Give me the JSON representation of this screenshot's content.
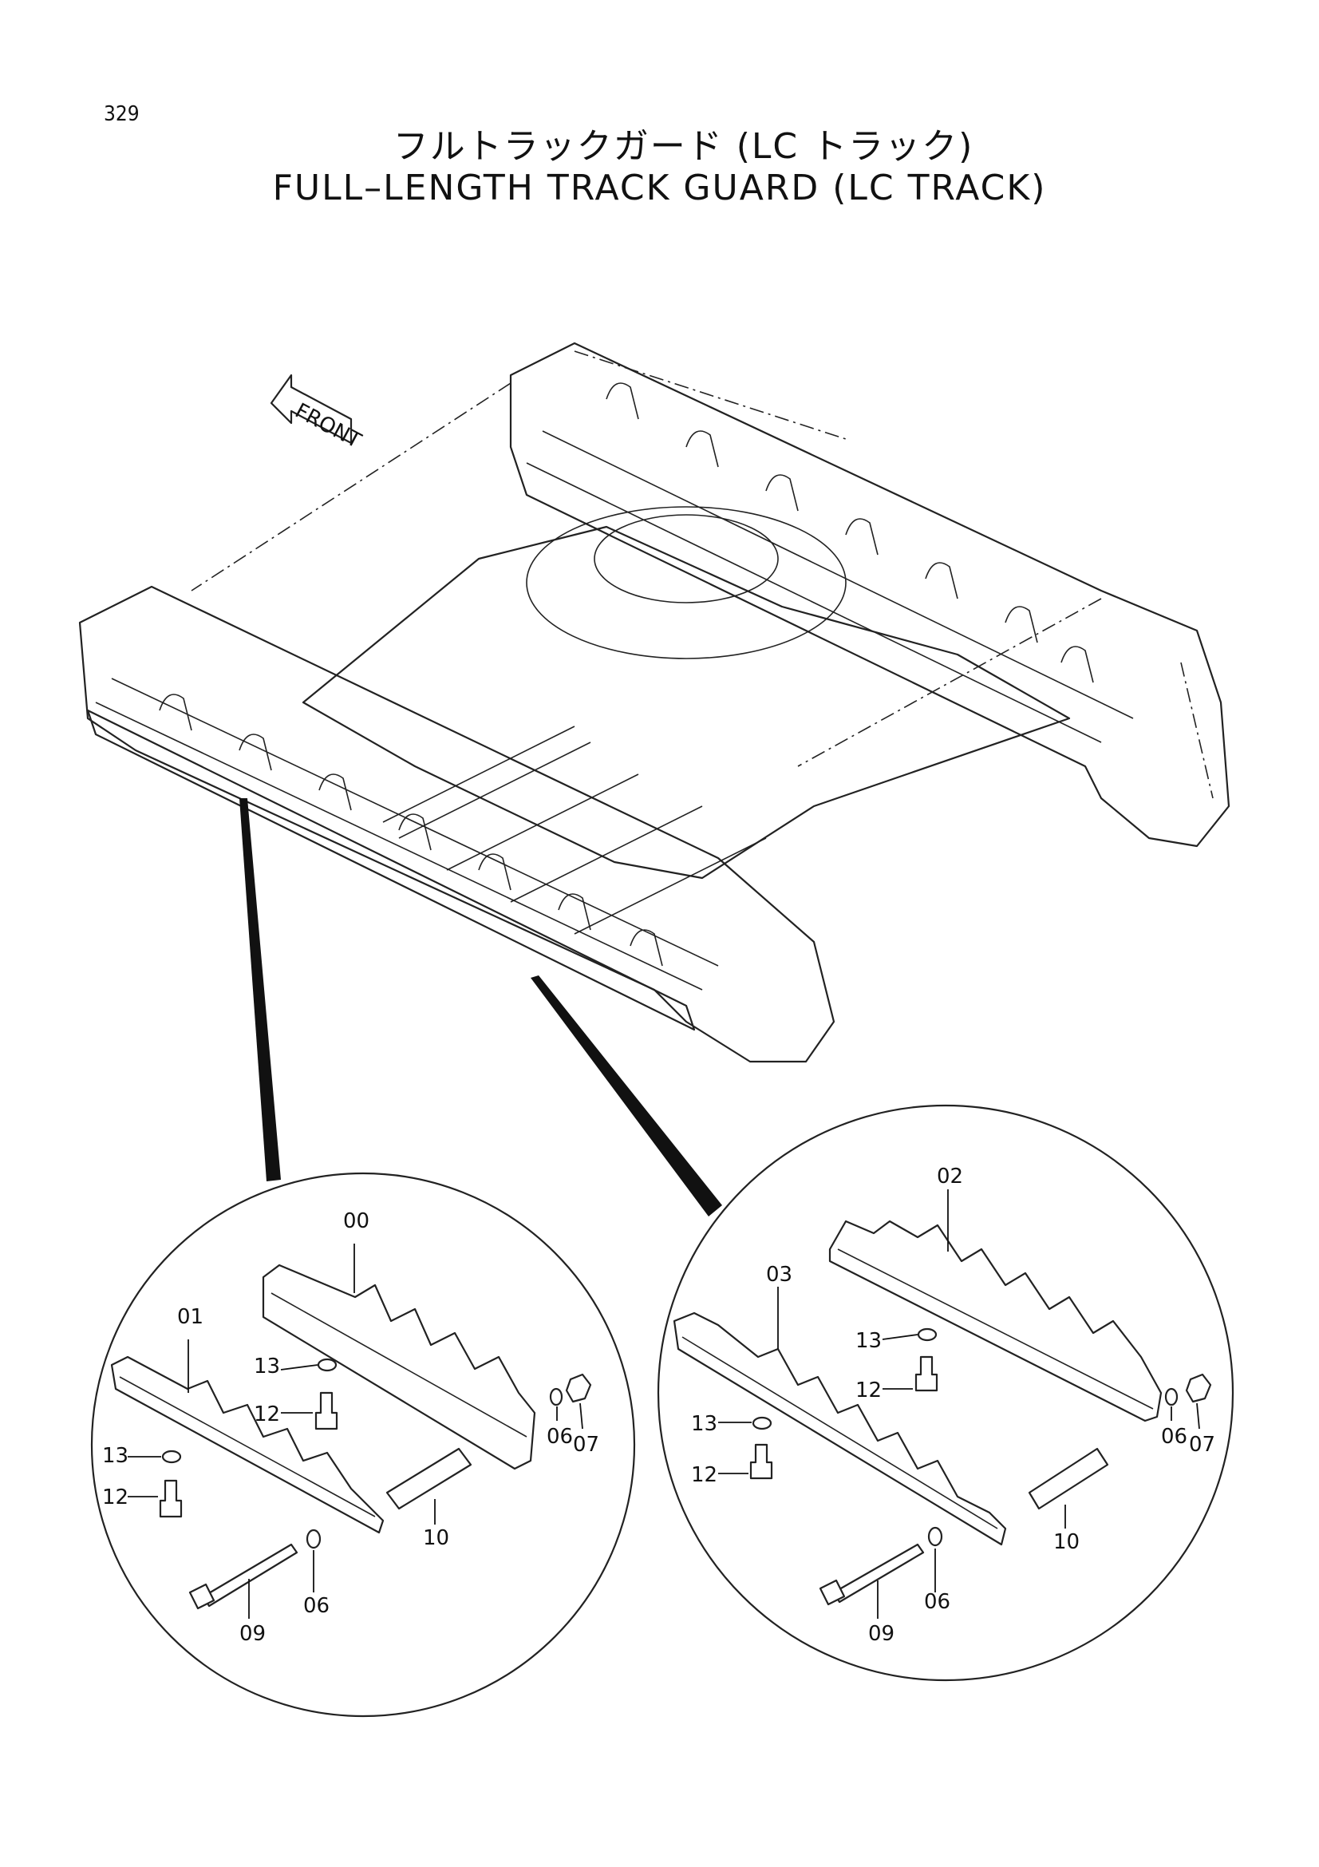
{
  "page_number": "329",
  "title_jp": "フルトラックガード (LC トラック)",
  "title_en": "FULL–LENGTH TRACK GUARD (LC TRACK)",
  "front_marker": "FRONT",
  "left_detail": {
    "labels": {
      "guard_upper": "00",
      "guard_lower": "01",
      "washer_a": "13",
      "bolt_a": "12",
      "washer_b": "13",
      "bolt_b": "12",
      "pin": "10",
      "long_bolt": "09",
      "washer_c": "06",
      "washer_d": "06",
      "nut": "07"
    }
  },
  "right_detail": {
    "labels": {
      "guard_upper": "02",
      "guard_lower": "03",
      "washer_a": "13",
      "bolt_a": "12",
      "washer_b": "13",
      "bolt_b": "12",
      "pin": "10",
      "long_bolt": "09",
      "washer_c": "06",
      "washer_d": "06",
      "nut": "07"
    }
  }
}
